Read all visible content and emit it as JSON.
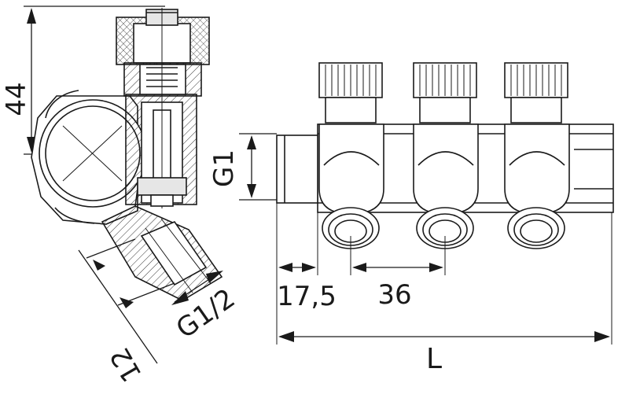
{
  "dimensions": {
    "height_left": "44",
    "thread_main": "G1",
    "offset": "17,5",
    "pitch": "36",
    "thread_outlet": "G1/2",
    "outlet_depth": "12",
    "length": "L"
  }
}
